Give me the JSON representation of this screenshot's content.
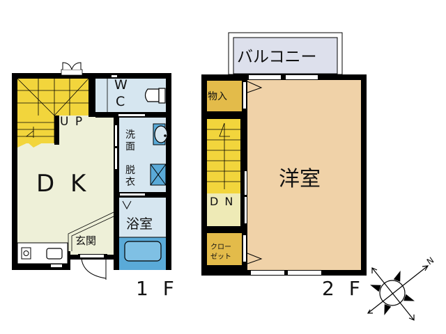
{
  "floor1": {
    "label": "1 F",
    "rooms": {
      "dk": "D K",
      "up": "U P",
      "wc_w": "W",
      "wc_c": "C",
      "washroom_1": "洗",
      "washroom_2": "面",
      "dressing_1": "脱",
      "dressing_2": "衣",
      "bathroom": "浴室",
      "entrance": "玄関"
    }
  },
  "floor2": {
    "label": "2 F",
    "rooms": {
      "balcony": "バルコニー",
      "storage": "物入",
      "western_room": "洋室",
      "dn": "D N",
      "closet_1": "クロー",
      "closet_2": "ゼット"
    }
  },
  "compass": {
    "north_label": "N"
  },
  "colors": {
    "wall": "#000000",
    "stairs": "#f2d53c",
    "dk_floor": "#eef0d8",
    "wet_area": "#d6e6f0",
    "bathtub": "#5aaad8",
    "western_room": "#f0d2a8",
    "storage": "#e3bb4a",
    "balcony": "#dde0ec"
  }
}
